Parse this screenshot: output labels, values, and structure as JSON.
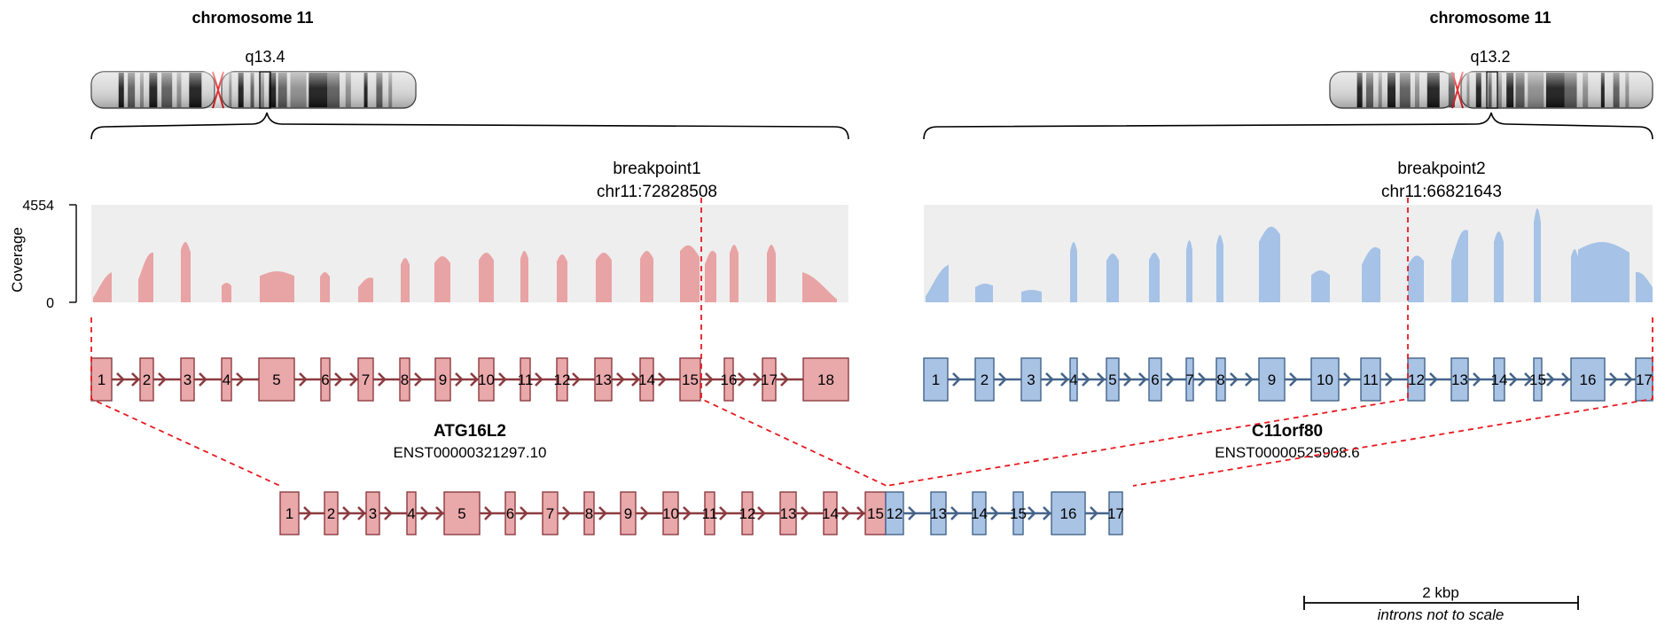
{
  "left": {
    "chromosome": "chromosome 11",
    "band": "q13.4",
    "breakpoint_label": "breakpoint1",
    "breakpoint_pos": "chr11:72828508",
    "gene": "ATG16L2",
    "transcript": "ENST00000321297.10",
    "exons": [
      "1",
      "2",
      "3",
      "4",
      "5",
      "6",
      "7",
      "8",
      "9",
      "10",
      "11",
      "12",
      "13",
      "14",
      "15",
      "16",
      "17",
      "18"
    ],
    "color_fill": "#e9a8aa",
    "color_stroke": "#8c3b40",
    "coverage_color": "#e8a3a4"
  },
  "right": {
    "chromosome": "chromosome 11",
    "band": "q13.2",
    "breakpoint_label": "breakpoint2",
    "breakpoint_pos": "chr11:66821643",
    "gene": "C11orf80",
    "transcript": "ENST00000525908.6",
    "exons": [
      "1",
      "2",
      "3",
      "4",
      "5",
      "6",
      "7",
      "8",
      "9",
      "10",
      "11",
      "12",
      "13",
      "14",
      "15",
      "16",
      "17"
    ],
    "color_fill": "#a9c3e4",
    "color_stroke": "#45648a",
    "coverage_color": "#a6c2e6"
  },
  "coverage": {
    "axis_label": "Coverage",
    "max": "4554",
    "min": "0"
  },
  "fusion": {
    "left_exons": [
      "1",
      "2",
      "3",
      "4",
      "5",
      "6",
      "7",
      "8",
      "9",
      "10",
      "11",
      "12",
      "13",
      "14",
      "15"
    ],
    "right_exons": [
      "12",
      "13",
      "14",
      "15",
      "16",
      "17"
    ]
  },
  "scale_bar": {
    "label": "2 kbp",
    "note": "introns not to scale"
  },
  "colors": {
    "breakpoint": "#e8191e",
    "coverage_bg": "#eeeeee"
  }
}
